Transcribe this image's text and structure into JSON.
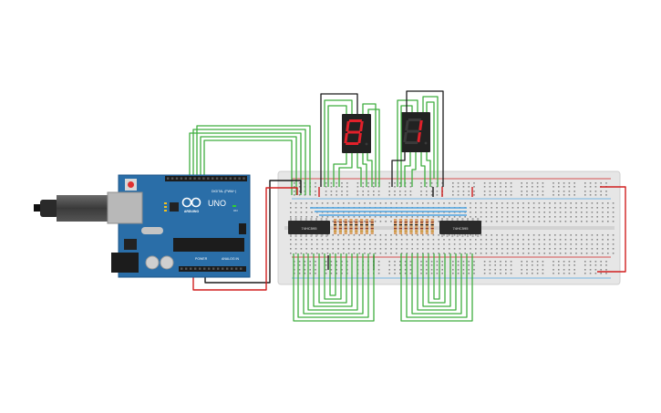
{
  "arduino": {
    "model_label": "UNO",
    "brand_label": "ARDUINO",
    "digital_label": "DIGITAL (PWM~)",
    "power_label": "POWER",
    "analog_label": "ANALOG IN",
    "on_label": "ON"
  },
  "breadboard": {
    "chip_left_label": "74HC595",
    "chip_right_label": "74HC595"
  },
  "displays": {
    "left_digit": "8",
    "right_digit": "1"
  },
  "colors": {
    "wire_green": "#3fae3f",
    "wire_black": "#1a1a1a",
    "wire_red": "#d01f1f",
    "wire_blue": "#4fa4e0",
    "board_blue": "#2a6ea8",
    "breadboard": "#e6e6e6",
    "segment_on": "#e2202a",
    "segment_off": "#3a3a3a",
    "display_body": "#222222"
  }
}
